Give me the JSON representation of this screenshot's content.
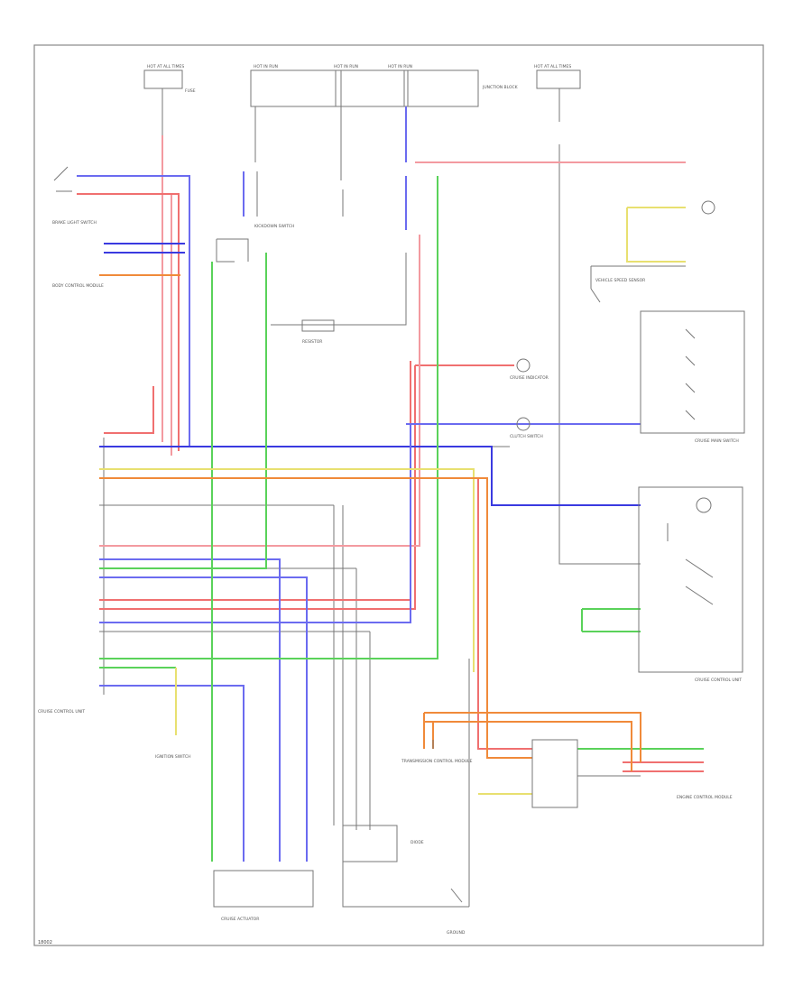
{
  "diagram": {
    "footer_code": "18002",
    "wire_colors": {
      "red": "#f07070",
      "pink": "#f39aa0",
      "blue": "#6b6bf0",
      "navy": "#3a3ae0",
      "green": "#5ad25a",
      "yellow": "#e8e070",
      "orange": "#f08a3a",
      "gray": "#777777",
      "black": "#333333"
    },
    "components": {
      "hot_at_all_times": "HOT AT ALL TIMES",
      "hot_in_run": "HOT IN RUN",
      "ignition_switch": "IGNITION SWITCH",
      "kickdown_switch": "KICKDOWN SWITCH",
      "body_control_module": "BODY CONTROL MODULE",
      "resistor": "RESISTOR",
      "cruise_indicator": "CRUISE INDICATOR",
      "cruise_main_switch": "CRUISE MAIN SWITCH",
      "brake_light_switch": "BRAKE LIGHT SWITCH",
      "clutch_switch": "CLUTCH SWITCH",
      "vehicle_speed_sensor": "VEHICLE SPEED SENSOR",
      "cruise_control_unit": "CRUISE CONTROL UNIT",
      "cruise_actuator": "CRUISE ACTUATOR",
      "engine_control_module": "ENGINE CONTROL MODULE",
      "transmission_control_module": "TRANSMISSION CONTROL MODULE",
      "ground": "GROUND",
      "junction_block": "JUNCTION BLOCK",
      "diode": "DIODE",
      "fuse": "FUSE"
    }
  }
}
